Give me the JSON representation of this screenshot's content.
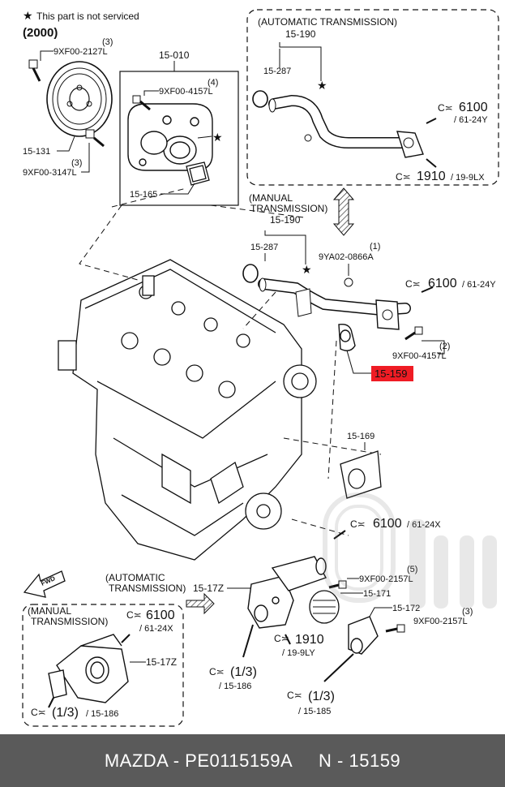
{
  "header": {
    "note": "This part is not serviced",
    "year": "(2000)"
  },
  "sections": {
    "auto_top": "(AUTOMATIC TRANSMISSION)",
    "manual_top_1": "(MANUAL",
    "manual_top_2": "TRANSMISSION)",
    "auto_bottom_1": "(AUTOMATIC",
    "auto_bottom_2": "TRANSMISSION)",
    "manual_bottom_1": "(MANUAL",
    "manual_bottom_2": "TRANSMISSION)"
  },
  "labels": {
    "pulley_bolt": "9XF00-2127L",
    "pulley_bolt_qty": "(3)",
    "pulley": "15-131",
    "pulley_bolt2": "9XF00-3147L",
    "pulley_bolt2_qty": "(3)",
    "pump_assy": "15-010",
    "pump_bolt": "9XF00-4157L",
    "pump_bolt_qty": "(4)",
    "pump_gasket": "15-165",
    "at_pipe": "15-190",
    "at_oring": "15-287",
    "at_ref1_code": "6100",
    "at_ref1_sub": "/ 61-24Y",
    "at_ref2_code": "1910",
    "at_ref2_sub": "/ 19-9LX",
    "mt_pipe": "15-190",
    "mt_oring": "15-287",
    "mt_bolt": "9YA02-0866A",
    "mt_bolt_qty": "(1)",
    "mt_ref_code": "6100",
    "mt_ref_sub": "/ 61-24Y",
    "mt_bolt2": "9XF00-4157L",
    "mt_bolt2_qty": "(2)",
    "highlight_gasket": "15-159",
    "gasket2": "15-169",
    "ref3_code": "6100",
    "ref3_sub": "/ 61-24X",
    "bolt5": "9XF00-2157L",
    "bolt5_qty": "(5)",
    "housing_171": "15-171",
    "housing_172": "15-172",
    "bolt3": "9XF00-2157L",
    "bolt3_qty": "(3)",
    "housing_17z": "15-17Z",
    "ref4_code": "1910",
    "ref4_sub": "/ 19-9LY",
    "ref5_code": "(1/3)",
    "ref5_sub": "/ 15-186",
    "ref6_code": "(1/3)",
    "ref6_sub": "/ 15-185",
    "mb_ref_code": "6100",
    "mb_ref_sub": "/ 61-24X",
    "mb_housing": "15-17Z",
    "mb_ref2_code": "(1/3)",
    "mb_ref2_sub": "/ 15-186",
    "fwd": "FWD"
  },
  "footer": {
    "text": "MAZDA - PE0115159A     N - 15159"
  },
  "colors": {
    "highlight": "#ef1c24",
    "footer_bg": "#5a5a5a",
    "line": "#111111"
  }
}
